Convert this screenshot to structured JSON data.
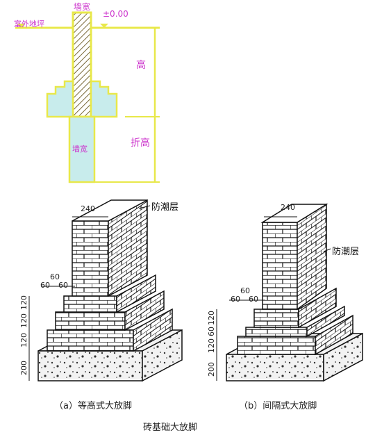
{
  "top_diagram": {
    "wall_width_top": "墙宽",
    "zero_level": "±0.00",
    "outdoor_ground": "室外地坪",
    "height": "高",
    "foundation_height": "折高",
    "wall_width_inner": "墙宽",
    "colors": {
      "accent_yellow": "#e8e84a",
      "label_magenta": "#cc33cc",
      "fill_cyan": "#c8ecec",
      "hatch": "#7a6a3a"
    }
  },
  "left_figure": {
    "top_width": "240",
    "damp_layer": "防潮层",
    "step_dims": [
      "60",
      "60",
      "60"
    ],
    "vertical_dims": [
      "120",
      "120",
      "120",
      "200"
    ],
    "caption": "（a）等高式大放脚"
  },
  "right_figure": {
    "top_width": "240",
    "damp_layer": "防潮层",
    "step_dims": [
      "60",
      "60",
      "60"
    ],
    "vertical_dims": [
      "120",
      "60",
      "120",
      "200"
    ],
    "caption": "（b）间隔式大放脚"
  },
  "title": "砖基础大放脚"
}
